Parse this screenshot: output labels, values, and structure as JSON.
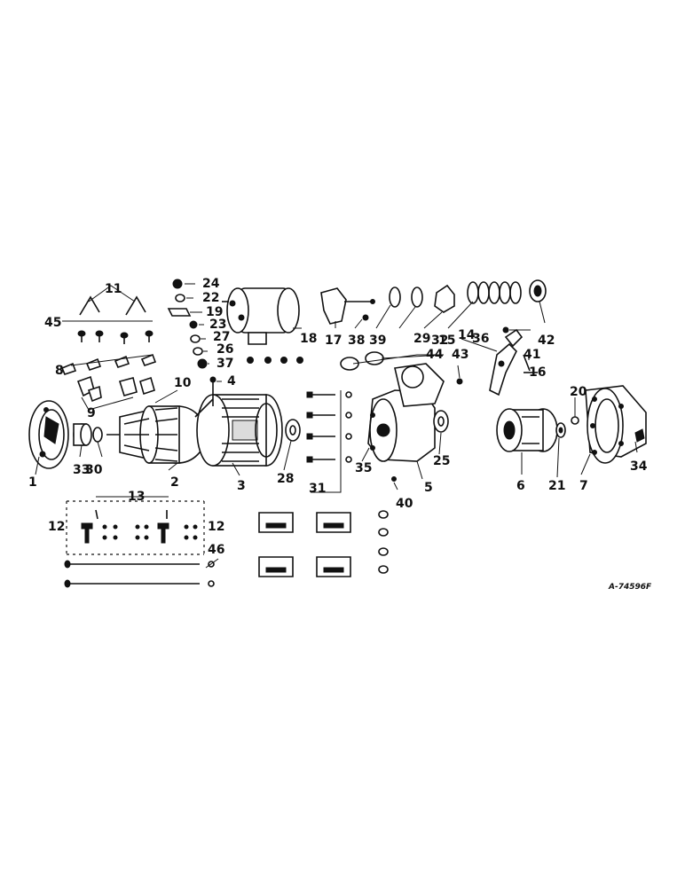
{
  "figure": {
    "part_labels": [
      "1",
      "2",
      "3",
      "4",
      "5",
      "6",
      "7",
      "8",
      "9",
      "10",
      "11",
      "12",
      "12",
      "13",
      "14",
      "15",
      "16",
      "17",
      "18",
      "19",
      "20",
      "21",
      "22",
      "23",
      "24",
      "25",
      "26",
      "27",
      "28",
      "29",
      "30",
      "31",
      "32",
      "33",
      "34",
      "35",
      "36",
      "37",
      "38",
      "39",
      "40",
      "41",
      "42",
      "43",
      "44",
      "45",
      "46"
    ],
    "drawing_code": "A-74596F"
  }
}
